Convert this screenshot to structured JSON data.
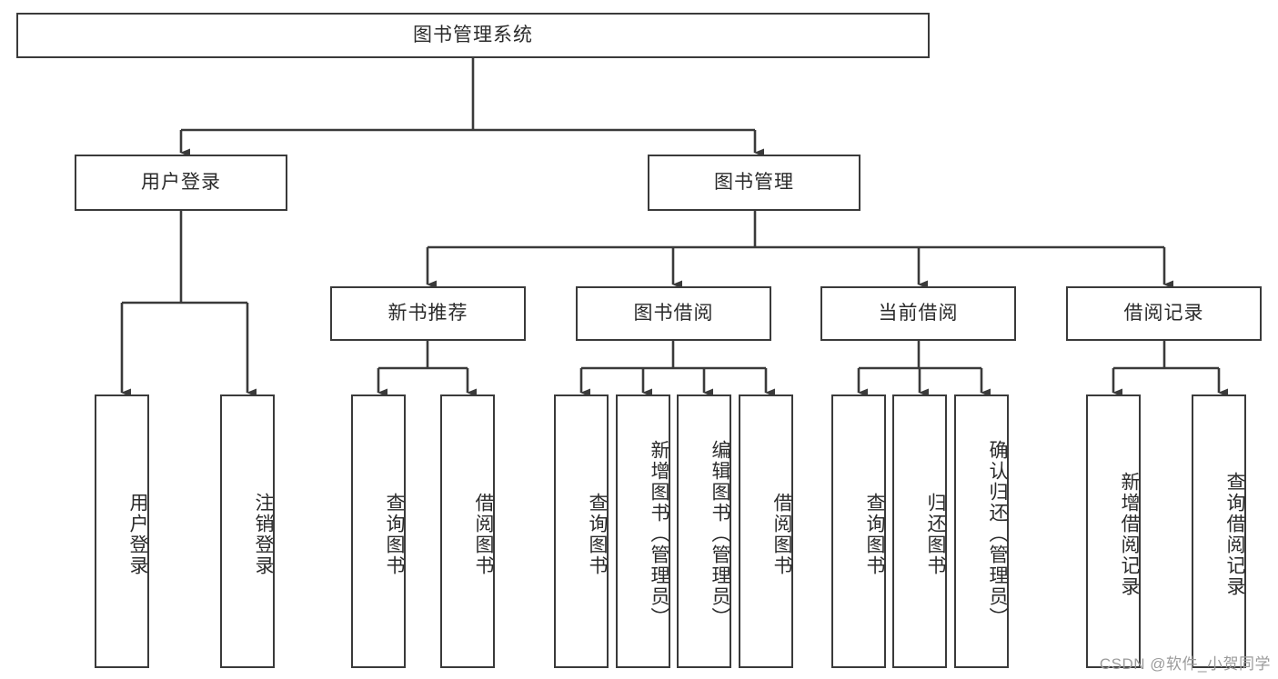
{
  "diagram": {
    "title": "图书管理系统",
    "type": "tree-hierarchy",
    "watermark": "CSDN @软件_小贺同学",
    "colors": {
      "box_border": "#3a3a3a",
      "box_fill": "#ffffff",
      "edge": "#3a3a3a",
      "text": "#2b2b2b",
      "watermark": "#9b9b9b",
      "background": "#ffffff"
    },
    "nodes": {
      "root": {
        "label": "图书管理系统"
      },
      "level2": [
        {
          "id": "user-login",
          "label": "用户登录"
        },
        {
          "id": "book-management",
          "label": "图书管理"
        }
      ],
      "level3": [
        {
          "id": "new-book-recommend",
          "label": "新书推荐"
        },
        {
          "id": "book-borrow",
          "label": "图书借阅"
        },
        {
          "id": "current-borrow",
          "label": "当前借阅"
        },
        {
          "id": "borrow-record",
          "label": "借阅记录"
        }
      ],
      "leaves": {
        "user_login": [
          {
            "id": "leaf-user-login",
            "label": "用户登录"
          },
          {
            "id": "leaf-logout",
            "label": "注销登录"
          }
        ],
        "new_book_recommend": [
          {
            "id": "leaf-query-book-1",
            "label": "查询图书"
          },
          {
            "id": "leaf-borrow-book-1",
            "label": "借阅图书"
          }
        ],
        "book_borrow": [
          {
            "id": "leaf-query-book-2",
            "label": "查询图书"
          },
          {
            "id": "leaf-add-book",
            "label": "新增图书（管理员）"
          },
          {
            "id": "leaf-edit-book",
            "label": "编辑图书（管理员）"
          },
          {
            "id": "leaf-borrow-book-2",
            "label": "借阅图书"
          }
        ],
        "current_borrow": [
          {
            "id": "leaf-query-book-3",
            "label": "查询图书"
          },
          {
            "id": "leaf-return-book",
            "label": "归还图书"
          },
          {
            "id": "leaf-confirm-return",
            "label": "确认归还（管理员）"
          }
        ],
        "borrow_record": [
          {
            "id": "leaf-add-record",
            "label": "新增借阅记录"
          },
          {
            "id": "leaf-query-record",
            "label": "查询借阅记录"
          }
        ]
      }
    }
  }
}
